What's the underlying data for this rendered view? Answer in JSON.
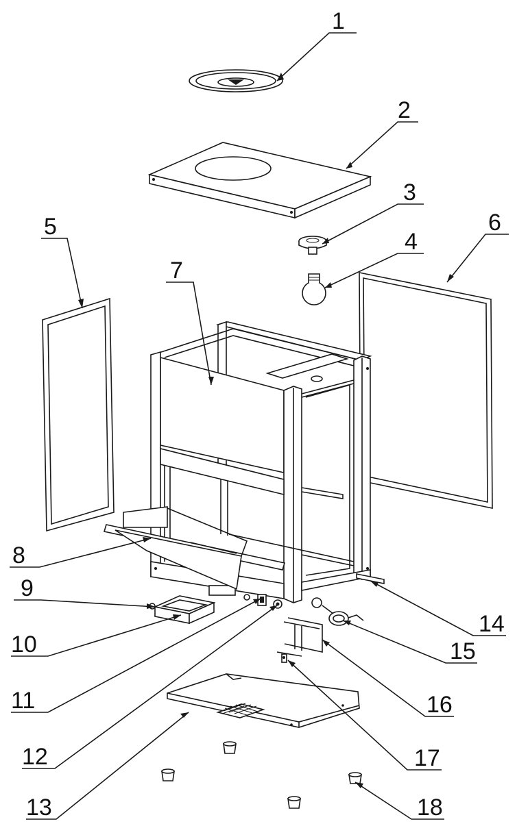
{
  "labels": [
    "1",
    "2",
    "3",
    "4",
    "5",
    "6",
    "7",
    "8",
    "9",
    "10",
    "11",
    "12",
    "13",
    "14",
    "15",
    "16",
    "17",
    "18"
  ],
  "colors": {
    "line": "#1a1a1a",
    "paper": "#ffffff"
  }
}
